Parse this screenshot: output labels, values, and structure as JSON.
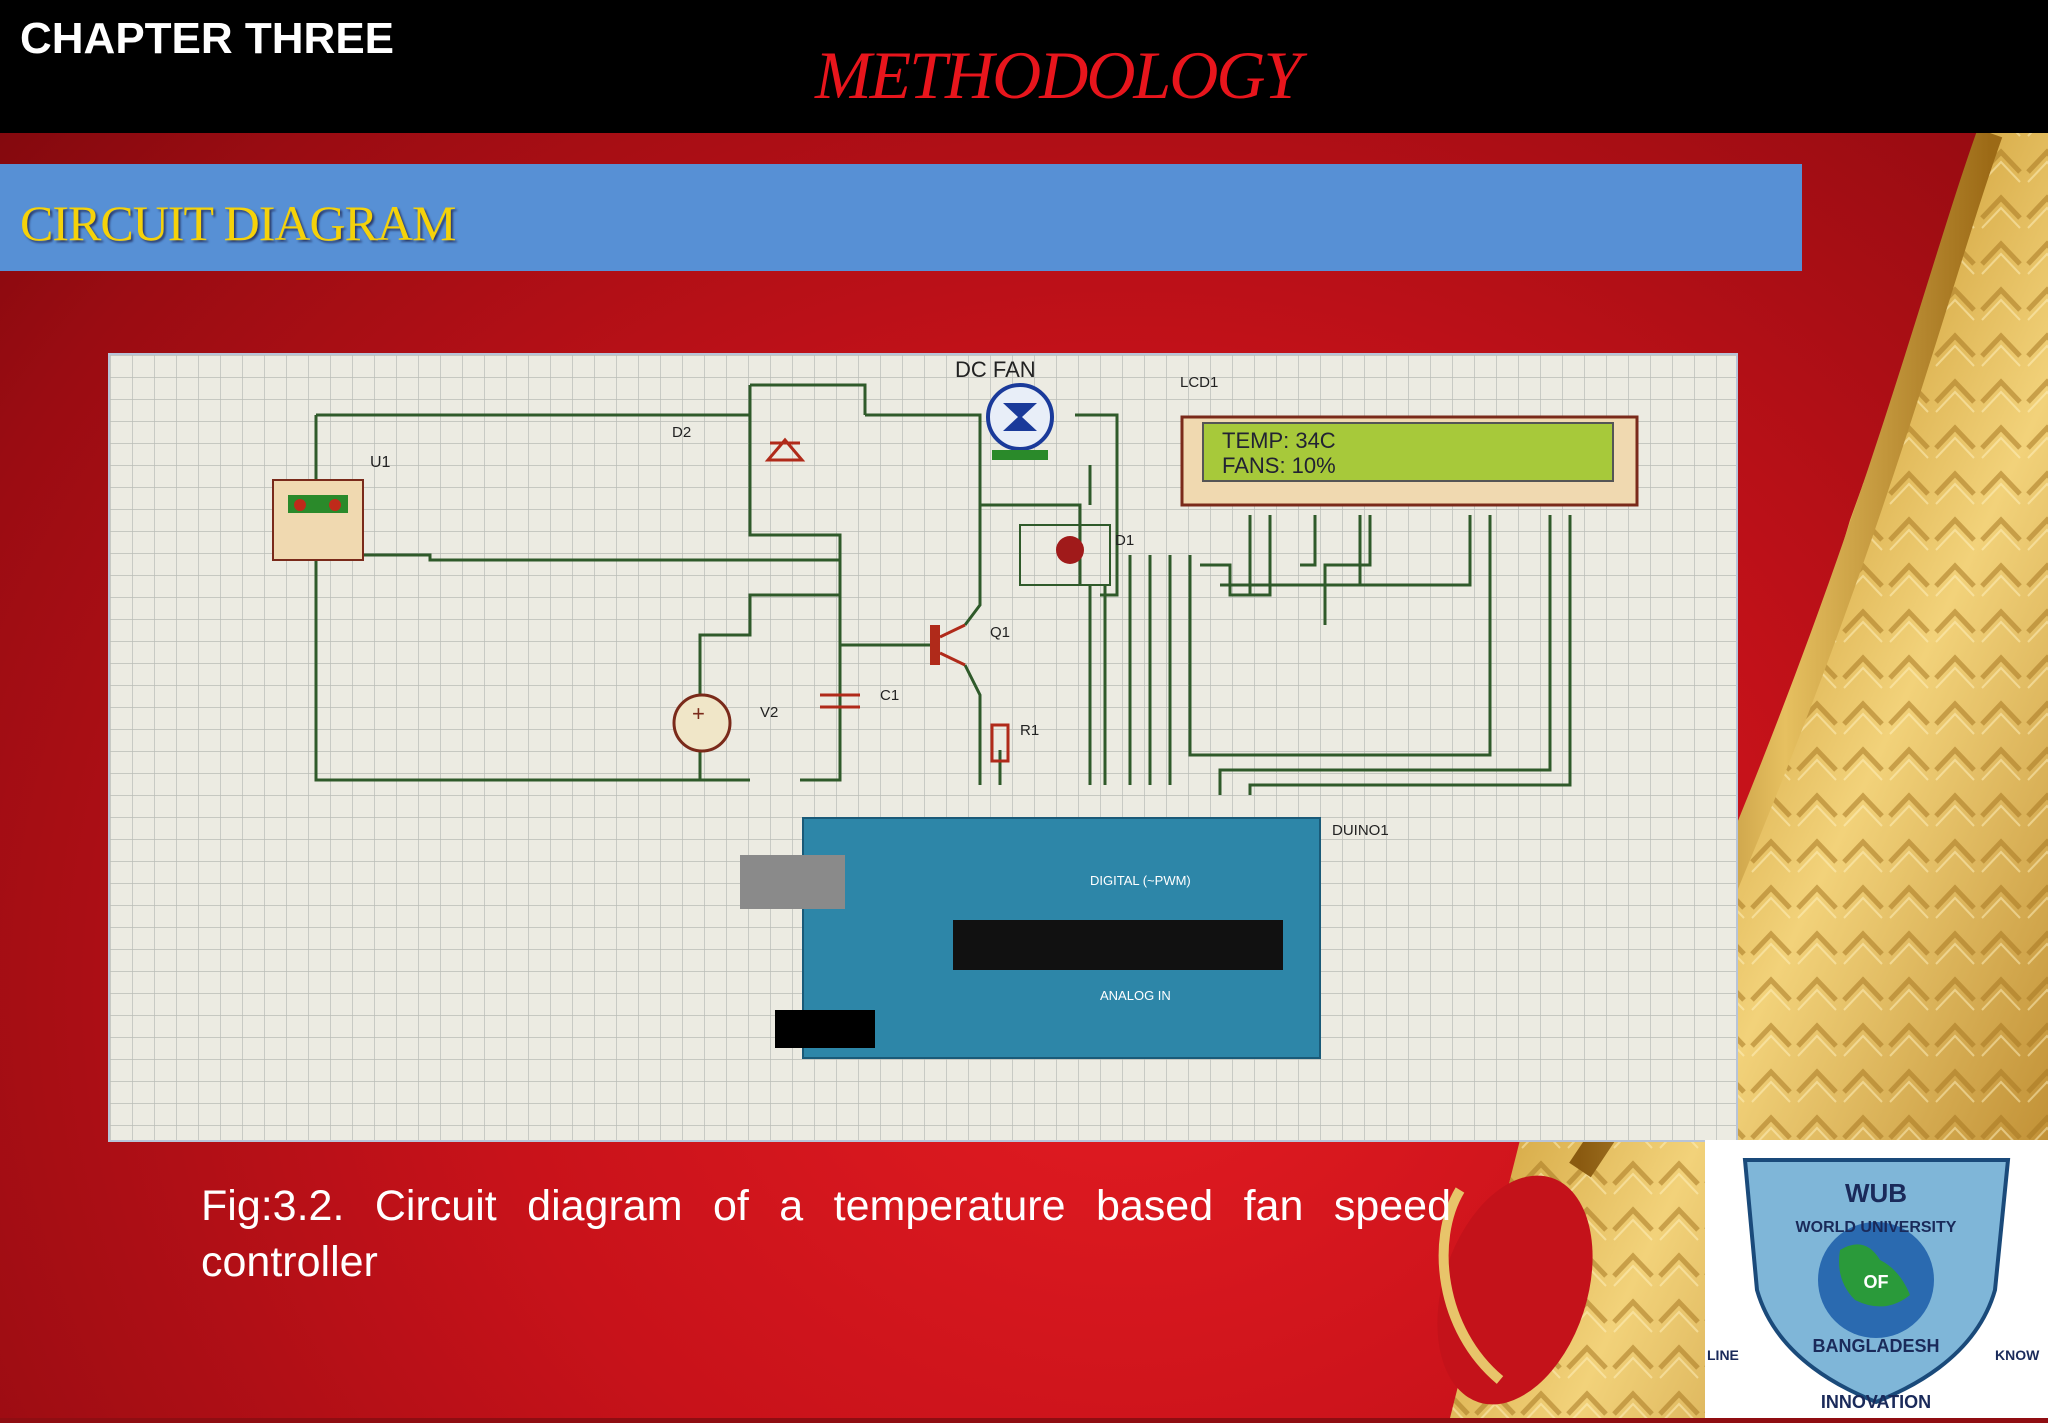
{
  "header": {
    "chapter": "CHAPTER THREE",
    "title": "METHODOLOGY"
  },
  "section": {
    "title": "CIRCUIT DIAGRAM"
  },
  "diagram": {
    "fan_label": "DC FAN",
    "lcd_label": "LCD1",
    "lcd_line1": "TEMP: 34C",
    "lcd_line2": "FANS: 10%",
    "u1_label": "U1",
    "d2_label": "D2",
    "d1_label": "D1",
    "q1_label": "Q1",
    "c1_label": "C1",
    "r1_label": "R1",
    "v2_label": "V2",
    "arduino_label": "DUINO1",
    "digital_label": "DIGITAL (~PWM)",
    "analog_label": "ANALOG IN"
  },
  "caption": "Fig:3.2. Circuit diagram of a temperature  based  fan  speed controller",
  "logo": {
    "top": "WUB",
    "arc": "WORLD UNIVERSITY",
    "of": "OF",
    "country": "BANGLADESH",
    "bottom": "INNOVATION",
    "left": "LINE",
    "right": "KNOW"
  },
  "colors": {
    "title_red": "#e8151c",
    "section_blue": "#5790d5",
    "section_text": "#f5d20a",
    "arduino_teal": "#2d86a8",
    "lcd_green": "#a7c93a"
  }
}
